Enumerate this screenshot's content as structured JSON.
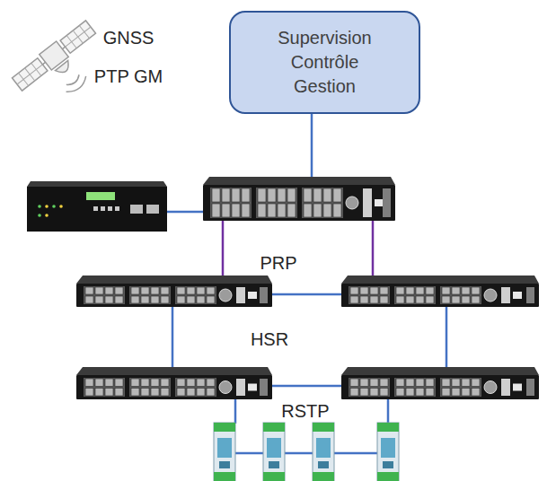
{
  "diagram": {
    "nodes": [
      {
        "text": [
          "Supervision Contrôle Gestion"
        ]
      }
    ],
    "labels": [
      "GNSS",
      "PTP GM",
      "PRP",
      "HSR",
      "RSTP"
    ]
  }
}
